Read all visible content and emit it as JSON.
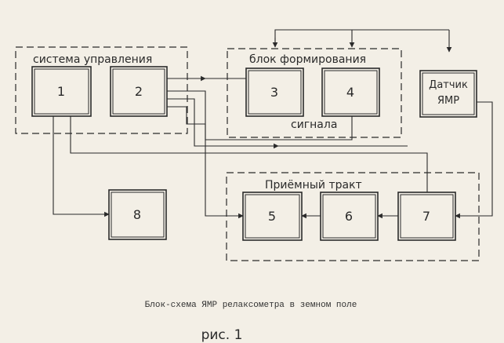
{
  "groups": {
    "control": "система управления",
    "signal_top": "блок формирования",
    "signal_bottom": "сигнала",
    "receiver": "Приёмный тракт"
  },
  "blocks": {
    "b1": "1",
    "b2": "2",
    "b3": "3",
    "b4": "4",
    "b5": "5",
    "b6": "6",
    "b7": "7",
    "b8": "8",
    "sensor_line1": "Датчик",
    "sensor_line2": "ЯМР"
  },
  "caption": "Блок-схема ЯМР релаксометра в земном поле",
  "figure_label": "рис. 1",
  "colors": {
    "ink": "#2a2a2a",
    "paper": "#f3efe6"
  }
}
